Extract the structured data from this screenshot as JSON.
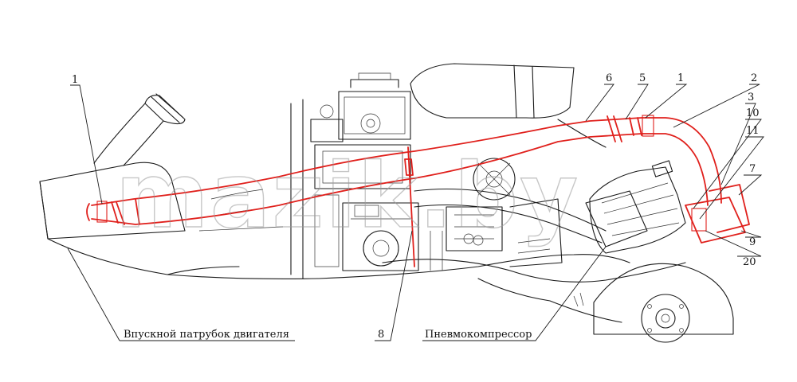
{
  "watermark": "mazik.by",
  "labels": {
    "intake": "Впускной патрубок двигателя",
    "compressor": "Пневмокомпрессор"
  },
  "callouts": {
    "n1_left": "1",
    "n6": "6",
    "n5": "5",
    "n1_right": "1",
    "n2": "2",
    "n3": "3",
    "n10": "10",
    "n11": "11",
    "n7": "7",
    "n9": "9",
    "n20": "20",
    "n8": "8"
  },
  "colors": {
    "highlight": "#e0201c",
    "line": "#1a1a1a",
    "watermark": "#9a9a9a"
  }
}
